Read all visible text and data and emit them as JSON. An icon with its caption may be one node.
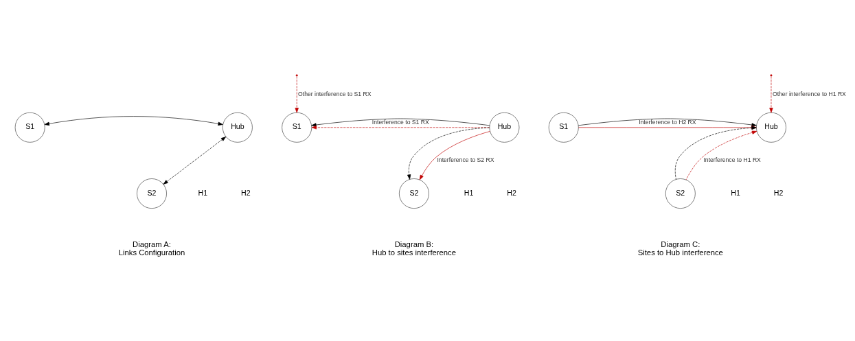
{
  "diagram": {
    "nodes": [
      {
        "text": [
          "S1"
        ]
      },
      {
        "text": [
          "Hub"
        ]
      },
      {
        "text": [
          "S2"
        ]
      },
      {
        "text": [
          "S1"
        ]
      },
      {
        "text": [
          "Hub"
        ]
      },
      {
        "text": [
          "S2"
        ]
      },
      {
        "text": [
          "S1"
        ]
      },
      {
        "text": [
          "Hub"
        ]
      },
      {
        "text": [
          "S2"
        ]
      }
    ],
    "edges": [
      {
        "from": 0,
        "to": 1,
        "arrow": "both"
      },
      {
        "from": 1,
        "to": 2,
        "arrow": "both",
        "style": "dashed"
      },
      {
        "from": 4,
        "to": 3,
        "arrow": "to"
      },
      {
        "from": 4,
        "to": 5,
        "arrow": "to",
        "style": "dashed"
      },
      {
        "from": 4,
        "to": 3,
        "arrow": "to",
        "style": "dashed",
        "color": "#c00000",
        "label": "Interference to S1 RX"
      },
      {
        "from": 4,
        "to": 5,
        "arrow": "to",
        "color": "#c00000",
        "label": "Interference to S2 RX"
      },
      {
        "from": null,
        "to": 3,
        "arrow": "to",
        "style": "dashed",
        "color": "#c00000",
        "label": "Other interference to S1 RX"
      },
      {
        "from": 6,
        "to": 7,
        "arrow": "to"
      },
      {
        "from": 8,
        "to": 7,
        "arrow": "to",
        "style": "dashed"
      },
      {
        "from": 6,
        "to": 7,
        "arrow": "to",
        "color": "#c00000",
        "label": "Interference to H2 RX"
      },
      {
        "from": 8,
        "to": 7,
        "arrow": "to",
        "style": "dashed",
        "color": "#c00000",
        "label": "Interference to H1 RX"
      },
      {
        "from": null,
        "to": 7,
        "arrow": "to",
        "style": "dashed",
        "color": "#c00000",
        "label": "Other interference to H1 RX"
      }
    ],
    "labels": [
      "H1",
      "H2",
      "Diagram A: Links Configuration",
      "H1",
      "H2",
      "Diagram B: Hub to sites interference",
      "H1",
      "H2",
      "Diagram C: Sites to Hub interference"
    ]
  }
}
